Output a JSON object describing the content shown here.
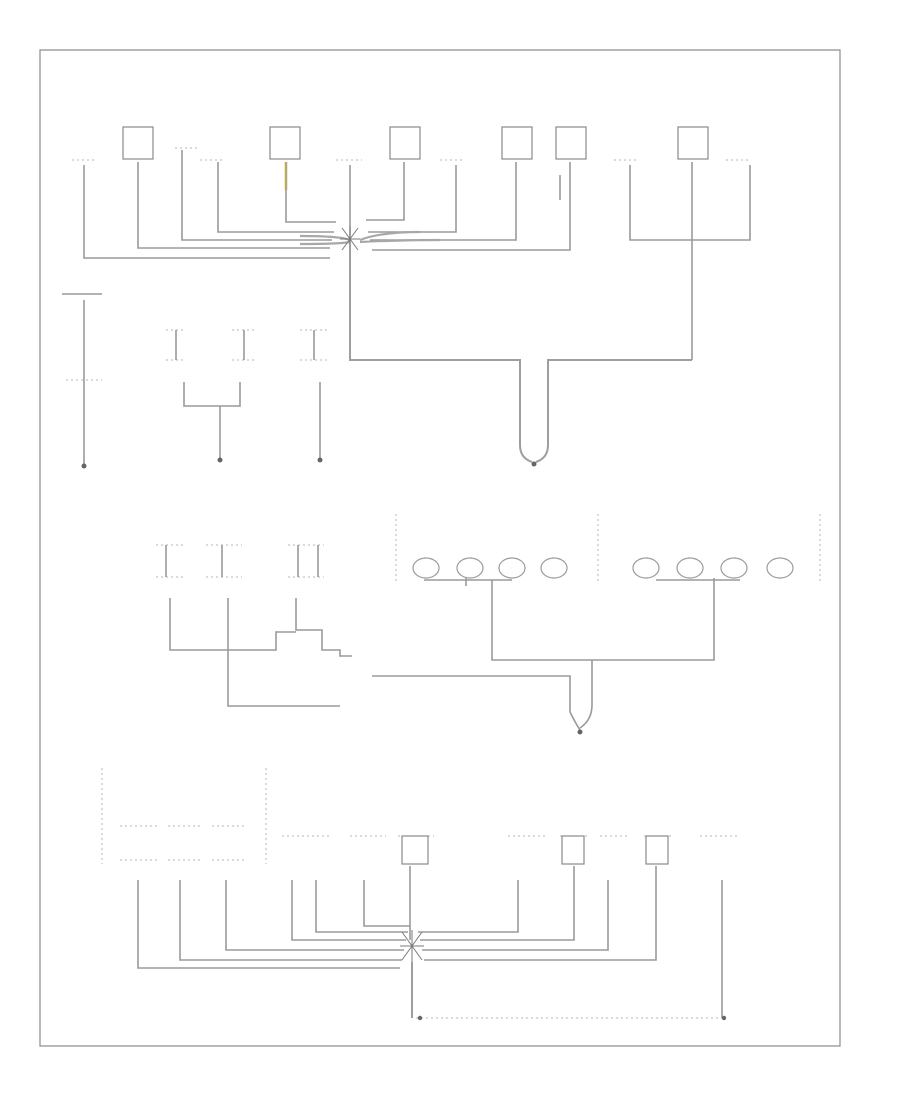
{
  "diagram": {
    "footer_code": "",
    "components": [
      {
        "id": "c1"
      },
      {
        "id": "c2"
      },
      {
        "id": "c3"
      },
      {
        "id": "c4"
      },
      {
        "id": "c5"
      },
      {
        "id": "c6"
      },
      {
        "id": "c7"
      },
      {
        "id": "c8"
      },
      {
        "id": "c9"
      },
      {
        "id": "c10"
      },
      {
        "id": "c11"
      },
      {
        "id": "c12"
      },
      {
        "id": "c13"
      },
      {
        "id": "c14"
      },
      {
        "id": "c15"
      },
      {
        "id": "c16"
      },
      {
        "id": "c17"
      },
      {
        "id": "c18"
      },
      {
        "id": "c19"
      },
      {
        "id": "c20"
      },
      {
        "id": "c21"
      },
      {
        "id": "c22"
      },
      {
        "id": "c23"
      },
      {
        "id": "c24"
      },
      {
        "id": "c25"
      },
      {
        "id": "c26"
      },
      {
        "id": "c27"
      },
      {
        "id": "c28"
      },
      {
        "id": "c29"
      },
      {
        "id": "c30"
      },
      {
        "id": "c31"
      },
      {
        "id": "c32"
      },
      {
        "id": "c33"
      },
      {
        "id": "c34"
      },
      {
        "id": "c35"
      }
    ],
    "highlight_color": "#f2dd55",
    "wire_color": "#9a9a9a",
    "ground_color": "#666666"
  }
}
